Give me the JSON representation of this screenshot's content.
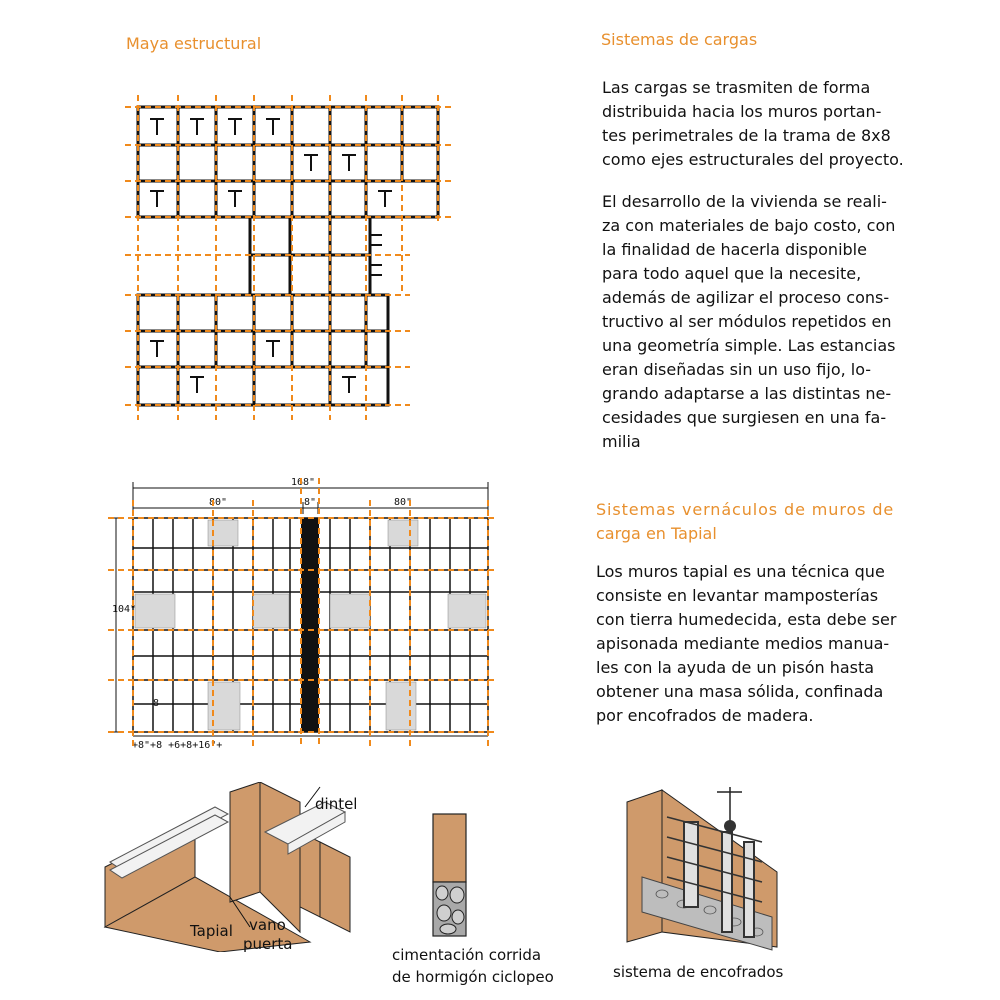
{
  "colors": {
    "accent": "#e8902e",
    "tapial": "#cf9a6b",
    "grid": "#f08a1c"
  },
  "headings": {
    "maya": "Maya estructural",
    "sistemas": "Sistemas de cargas",
    "vernaculos_l1": "Sistemas vernáculos de muros de",
    "vernaculos_l2": "carga en Tapial"
  },
  "para_cargas": [
    "Las cargas se trasmiten de forma",
    "distribuida hacia los muros portan-",
    "tes perimetrales de la trama de 8x8",
    "como ejes estructurales del proyecto."
  ],
  "para_desarrollo": [
    "El desarrollo de la vivienda se reali-",
    "za con materiales de bajo costo, con",
    "la finalidad de hacerla disponible",
    "para todo aquel que la necesite,",
    "además de agilizar el proceso cons-",
    "tructivo al ser módulos repetidos en",
    "una geometría simple. Las estancias",
    "eran diseñadas sin un uso fijo, lo-",
    "grando adaptarse a las distintas ne-",
    "cesidades que surgiesen en una fa-",
    "milia"
  ],
  "para_tapial": [
    "Los muros tapial es una técnica que",
    "consiste en levantar  mamposterías",
    "con tierra humedecida, esta  debe ser",
    "apisonada mediante medios manua-",
    "les con la ayuda de un  pisón hasta",
    "obtener una masa sólida, confinada",
    "por  encofrados de madera."
  ],
  "plan_dims": {
    "total": "168\"",
    "left": "80\"",
    "center": "8\"",
    "right": "80\"",
    "height": "104\"",
    "cell": "8",
    "bottom": "+8\"+8 +6+8+16\"+"
  },
  "labels": {
    "dintel": "dintel",
    "tapial": "Tapial",
    "vano_l1": "vano",
    "vano_l2": "puerta",
    "cim_l1": "cimentación corrida",
    "cim_l2": "de hormigón ciclopeo",
    "encofrados": "sistema de encofrados"
  }
}
